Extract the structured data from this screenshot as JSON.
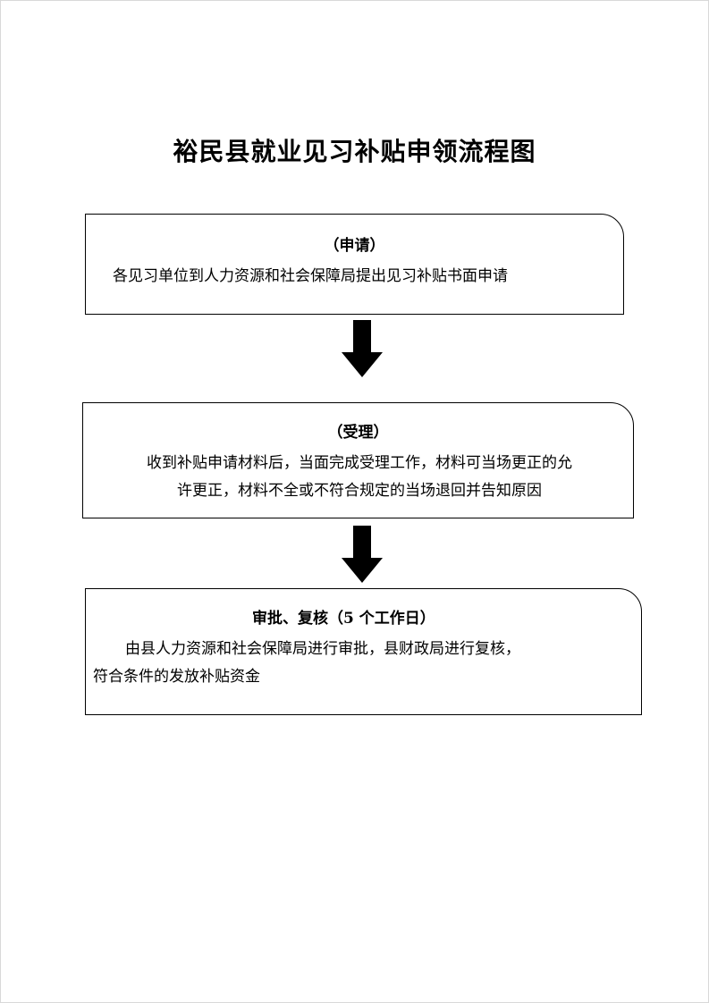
{
  "title": "裕民县就业见习补贴申领流程图",
  "steps": [
    {
      "heading": "（申请）",
      "lines": [
        "各见习单位到人力资源和社会保障局提出见习补贴书面申请"
      ]
    },
    {
      "heading": "（受理）",
      "lines": [
        "收到补贴申请材料后，当面完成受理工作，材料可当场更正的允",
        "许更正，材料不全或不符合规定的当场退回并告知原因"
      ]
    },
    {
      "heading": "审批、复核（5 个工作日）",
      "lines": [
        "由县人力资源和社会保障局进行审批，县财政局进行复核，",
        "符合条件的发放补贴资金"
      ]
    }
  ]
}
